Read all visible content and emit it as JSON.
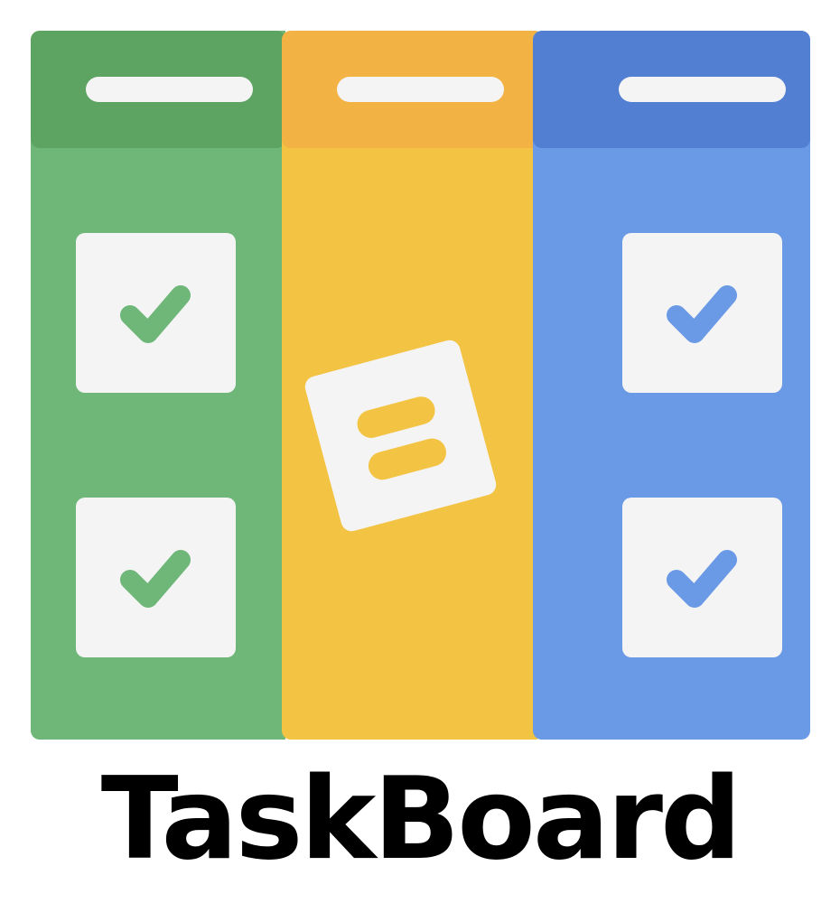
{
  "brand": {
    "name": "TaskBoard"
  },
  "columns": [
    {
      "color": "green",
      "header_color": "#5da463",
      "body_color": "#6eb778",
      "cards": [
        "check-icon",
        "check-icon"
      ]
    },
    {
      "color": "yellow",
      "header_color": "#f3b244",
      "body_color": "#f3c444",
      "cards": [
        "lines-icon"
      ]
    },
    {
      "color": "blue",
      "header_color": "#527fd2",
      "body_color": "#6a99e6",
      "cards": [
        "check-icon",
        "check-icon"
      ]
    }
  ],
  "colors": {
    "card": "#f4f4f4",
    "text": "#000000",
    "background": "#ffffff"
  }
}
